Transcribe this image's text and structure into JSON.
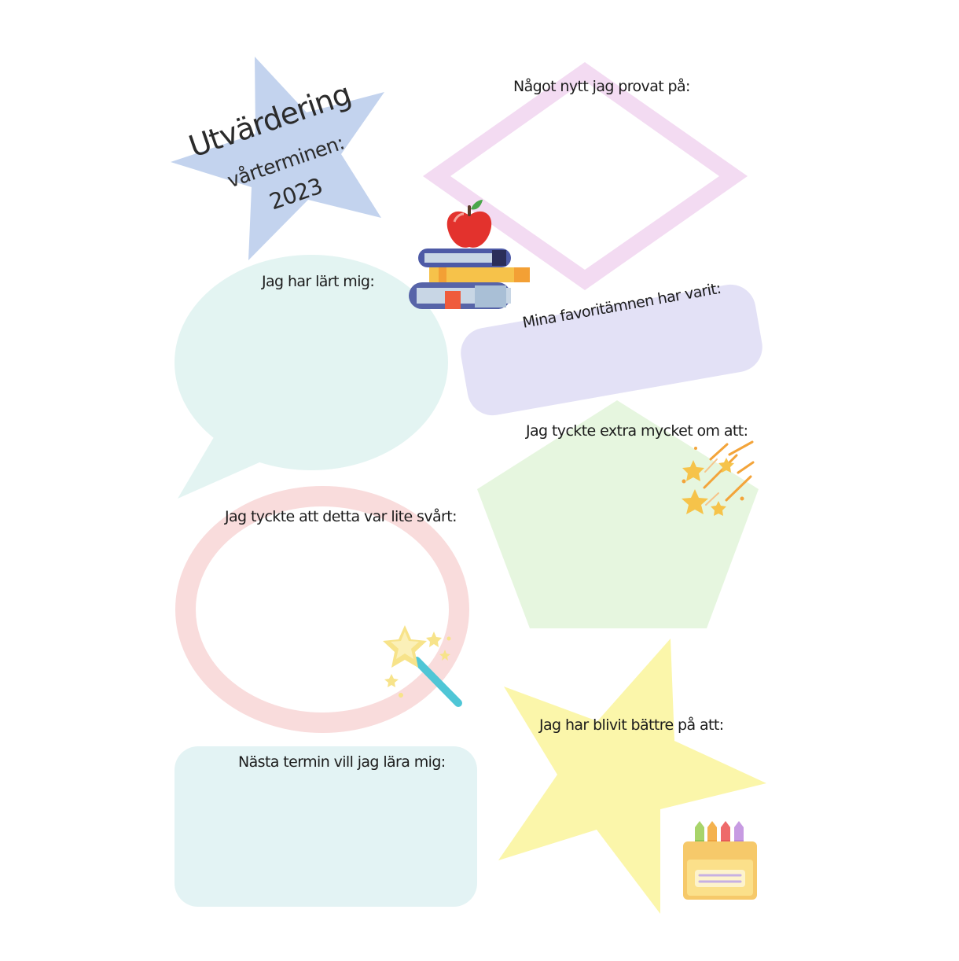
{
  "title": {
    "main": "Utvärdering",
    "sub": "vårterminen:",
    "year": "2023"
  },
  "prompts": {
    "learned": "Jag har lärt mig:",
    "tried_new": "Något nytt jag provat på:",
    "favorite_subjects": "Mina favoritämnen har varit:",
    "liked": "Jag tyckte extra mycket om att:",
    "difficult": "Jag tyckte att detta var lite svårt:",
    "improved": "Jag har blivit bättre på att:",
    "next_term": "Nästa termin vill jag lära mig:"
  },
  "icons": {
    "books": "books-with-apple-icon",
    "stars": "shooting-stars-icon",
    "wand": "magic-wand-icon",
    "crayons": "crayon-box-icon"
  },
  "colors": {
    "blue_star": "#c3d3ee",
    "pink_diamond": "#f3dbf2",
    "mint_bubble": "#e3f4f2",
    "lavender_box": "#e3e1f6",
    "green_pentagon": "#e6f6df",
    "red_ring": "#f9dcdc",
    "yellow_star": "#fbf6aa",
    "blue_box": "#e3f3f4"
  }
}
